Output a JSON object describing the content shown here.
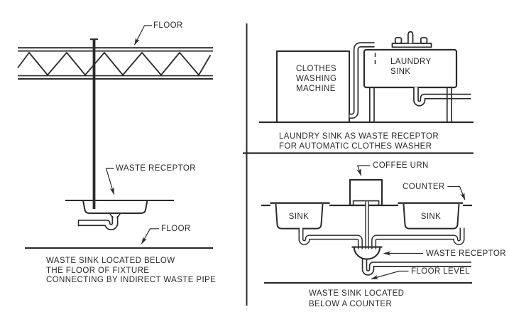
{
  "colors": {
    "line": "#2b2b2b",
    "text": "#2b2b2b",
    "background": "#ffffff"
  },
  "left_panel": {
    "floor_label_top": "FLOOR",
    "waste_receptor_label": "WASTE RECEPTOR",
    "floor_label_bottom": "FLOOR",
    "caption_lines": [
      "WASTE SINK LOCATED BELOW",
      "THE FLOOR OF FIXTURE",
      "CONNECTING BY INDIRECT WASTE PIPE"
    ]
  },
  "top_right_panel": {
    "machine_label_lines": [
      "CLOTHES",
      "WASHING",
      "MACHINE"
    ],
    "sink_label_lines": [
      "LAUNDRY",
      "SINK"
    ],
    "caption_lines": [
      "LAUNDRY SINK AS WASTE RECEPTOR",
      "FOR AUTOMATIC CLOTHES WASHER"
    ]
  },
  "bottom_right_panel": {
    "coffee_urn_label": "COFFEE URN",
    "counter_label": "COUNTER",
    "left_sink_label": "SINK",
    "right_sink_label": "SINK",
    "waste_receptor_label": "WASTE RECEPTOR",
    "floor_level_label": "FLOOR LEVEL",
    "caption_lines": [
      "WASTE SINK LOCATED",
      "BELOW A COUNTER"
    ]
  }
}
